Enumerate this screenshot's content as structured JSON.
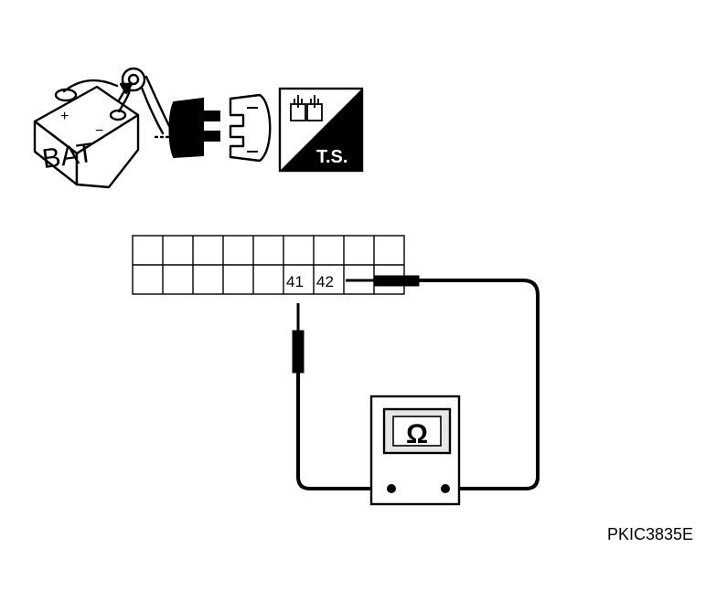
{
  "battery": {
    "label": "BAT",
    "plus": "+",
    "minus": "−"
  },
  "tester_icon": {
    "label": "T.S."
  },
  "connector": {
    "pins": [
      {
        "number": "41"
      },
      {
        "number": "42"
      }
    ]
  },
  "ohmmeter": {
    "symbol": "Ω"
  },
  "figure_code": "PKIC3835E",
  "colors": {
    "ink": "#000000",
    "paper": "#ffffff",
    "display_fill": "#e6e6e6"
  }
}
